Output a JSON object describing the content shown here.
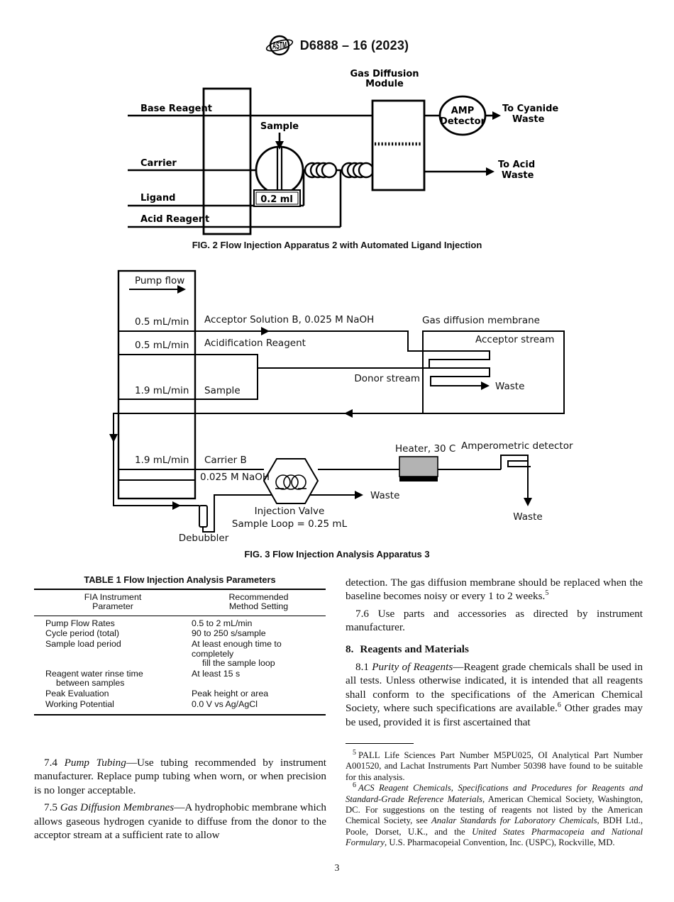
{
  "header": {
    "logo_text": "ASTM",
    "title": "D6888 – 16 (2023)"
  },
  "fig2": {
    "caption": "FIG. 2 Flow Injection Apparatus 2 with Automated Ligand Injection",
    "module_label_l1": "Gas Diffusion",
    "module_label_l2": "Module",
    "base_reagent": "Base Reagent",
    "sample": "Sample",
    "carrier": "Carrier",
    "ligand": "Ligand",
    "acid_reagent": "Acid Reagent",
    "loop_volume": "0.2 ml",
    "detector_l1": "AMP",
    "detector_l2": "Detector",
    "cyanide_waste_l1": "To Cyanide",
    "cyanide_waste_l2": "Waste",
    "acid_waste_l1": "To Acid",
    "acid_waste_l2": "Waste"
  },
  "fig3": {
    "caption": "FIG. 3 Flow Injection Analysis Apparatus 3",
    "pump_flow": "Pump flow",
    "rate_1": "0.5 mL/min",
    "rate_2": "0.5 mL/min",
    "rate_3": "1.9 mL/min",
    "rate_4": "1.9 mL/min",
    "acceptor_solution": "Acceptor Solution B, 0.025 M NaOH",
    "acidification_reagent": "Acidification Reagent",
    "sample": "Sample",
    "membrane_label": "Gas diffusion membrane",
    "acceptor_stream": "Acceptor stream",
    "donor_stream": "Donor stream",
    "membrane_waste": "Waste",
    "carrier_b": "Carrier B",
    "naoh": "0.025 M NaOH",
    "heater": "Heater, 30 C",
    "detector": "Amperometric detector",
    "valve_waste": "Waste",
    "detector_waste": "Waste",
    "injection_valve_l1": "Injection Valve",
    "injection_valve_l2": "Sample Loop =  0.25 mL",
    "debubbler": "Debubbler"
  },
  "table1": {
    "title": "TABLE 1 Flow Injection Analysis Parameters",
    "col1_l1": "FIA Instrument",
    "col1_l2": "Parameter",
    "col2_l1": "Recommended",
    "col2_l2": "Method Setting",
    "r0": {
      "p": "Pump Flow Rates",
      "s": "0.5 to 2 mL/min"
    },
    "r1": {
      "p": "Cycle period (total)",
      "s": "90 to 250 s/sample"
    },
    "r2": {
      "p": "Sample load period",
      "s1": "At least enough time to",
      "s2": "completely",
      "s3": "fill the sample loop"
    },
    "r3": {
      "p1": "Reagent water rinse time",
      "p2": "between samples",
      "s": "At least 15 s"
    },
    "r4": {
      "p": "Peak Evaluation",
      "s": "Peak height or area"
    },
    "r5": {
      "p": "Working Potential",
      "s": "0.0 V vs Ag/AgCl"
    }
  },
  "left_column": {
    "p74_num": "7.4 ",
    "p74_italic": "Pump Tubing",
    "p74_text": "—Use tubing recommended by instrument manufacturer. Replace pump tubing when worn, or when precision is no longer acceptable.",
    "p75_num": "7.5 ",
    "p75_italic": "Gas Diffusion Membranes",
    "p75_text": "—A hydrophobic membrane which allows gaseous hydrogen cyanide to diffuse from the donor to the acceptor stream at a sufficient rate to allow"
  },
  "right_column": {
    "p_cont_text": "detection. The gas diffusion membrane should be replaced when the baseline becomes noisy or every 1 to 2 weeks.",
    "p_cont_sup": "5",
    "p76": "7.6 Use parts and accessories as directed by instrument manufacturer.",
    "s8_num": "8.",
    "s8_title": "Reagents and Materials",
    "p81_num": "8.1 ",
    "p81_italic": "Purity of Reagents",
    "p81_t1": "—Reagent grade chemicals shall be used in all tests. Unless otherwise indicated, it is intended that all reagents shall conform to the specifications of the American Chemical Society, where such specifications are available.",
    "p81_sup": "6",
    "p81_t2": " Other grades may be used, provided it is first ascertained that"
  },
  "footnotes": {
    "f5_sup": "5",
    "f5_text": "PALL Life Sciences Part Number M5PU025, OI Analytical Part Number A001520, and Lachat Instruments Part Number 50398 have found to be suitable for this analysis.",
    "f6_sup": "6",
    "f6_i1": "ACS Reagent Chemicals, Specifications and Procedures for Reagents and Standard-Grade Reference Materials",
    "f6_t1": ", American Chemical Society, Washington, DC. For suggestions on the testing of reagents not listed by the American Chemical Society, see ",
    "f6_i2": "Analar Standards for Laboratory Chemicals",
    "f6_t2": ", BDH Ltd., Poole, Dorset, U.K., and the ",
    "f6_i3": "United States Pharmacopeia and National Formulary",
    "f6_t3": ", U.S. Pharmacopeial Convention, Inc. (USPC), Rockville, MD."
  },
  "footer": {
    "page_number": "3"
  }
}
